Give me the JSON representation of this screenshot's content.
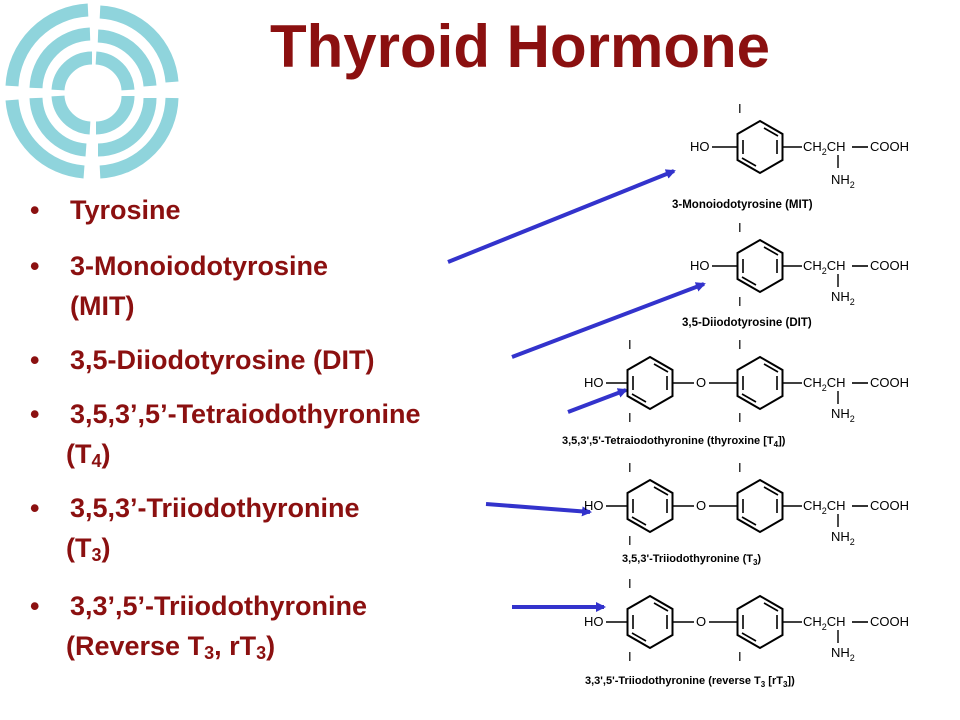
{
  "title": "Thyroid Hormone",
  "bullets": [
    {
      "line1": "Tyrosine",
      "line2": ""
    },
    {
      "line1": "3-Monoiodotyrosine",
      "line2": "(MIT)"
    },
    {
      "line1": "3,5-Diiodotyrosine (DIT)",
      "line2": ""
    },
    {
      "line1": "3,5,3’,5’-Tetraiodothyronine",
      "line2_pre": "(T",
      "line2_sub": "4",
      "line2_post": ")"
    },
    {
      "line1": "3,5,3’-Triiodothyronine",
      "line2_pre": "(T",
      "line2_sub": "3",
      "line2_post": ")"
    },
    {
      "line1": "3,3’,5’-Triiodothyronine",
      "line2_pre": "(Reverse T",
      "line2_sub": "3",
      "line2_mid": ", rT",
      "line2_sub2": "3",
      "line2_post": ")"
    }
  ],
  "structures": {
    "ho": "HO",
    "o": "O",
    "ch2ch": "CH",
    "ch2_sub": "2",
    "ch_tail": "CH",
    "cooh": "COOH",
    "nh": "NH",
    "nh_sub": "2",
    "iodine": "I",
    "captions": [
      "3-Monoiodotyrosine (MIT)",
      "3,5-Diiodotyrosine (DIT)",
      "3,5,3',5'-Tetraiodothyronine (thyroxine [T",
      "3,5,3'-Triiodothyronine (T",
      "3,3',5'-Triiodothyronine (reverse T"
    ],
    "caption_tails": [
      "",
      "",
      "4",
      "3",
      "3"
    ],
    "caption_ends": [
      "",
      "",
      "])",
      ")",
      " [rT"
    ],
    "caption_extra": [
      "",
      "",
      "",
      "",
      "3"
    ],
    "caption_final": [
      "",
      "",
      "",
      "",
      "])"
    ]
  },
  "colors": {
    "title": "#8b1010",
    "text": "#8b1010",
    "arrow": "#3333cc",
    "logo": "#8fd4dc"
  }
}
